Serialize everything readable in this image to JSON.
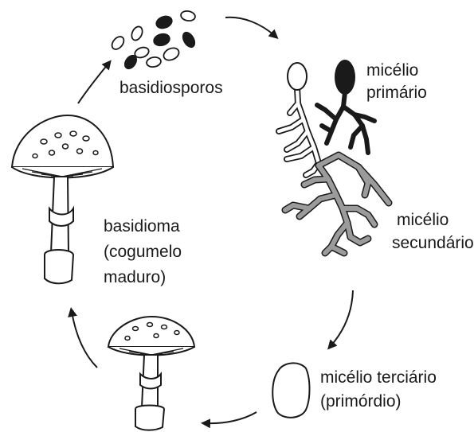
{
  "labels": {
    "spores": "basidiosporos",
    "primary_line1": "micélio",
    "primary_line2": "primário",
    "secondary_line1": "micélio",
    "secondary_line2": "secundário",
    "tertiary_line1": "micélio terciário",
    "tertiary_line2": "(primórdio)",
    "basidioma_line1": "basidioma",
    "basidioma_line2": "(cogumelo",
    "basidioma_line3": "maduro)"
  },
  "colors": {
    "ink": "#1a1a1a",
    "secondary_mycelium": "#9b9b9b",
    "background": "#ffffff"
  },
  "icons": [
    "spore-icon",
    "hypha-icon",
    "primordium-icon",
    "mushroom-icon",
    "cycle-arrow-icon"
  ]
}
